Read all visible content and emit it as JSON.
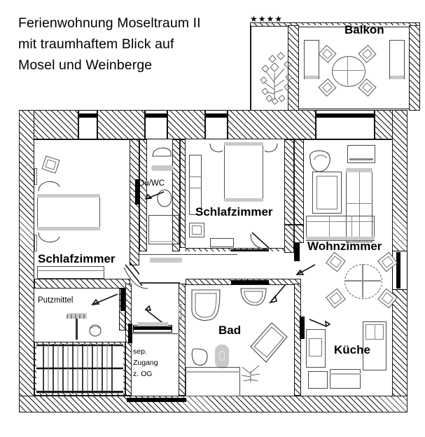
{
  "title": {
    "line1": "Ferienwohnung Moseltraum II",
    "line2": "mit traumhaftem Blick auf",
    "line3": "Mosel und Weinberge",
    "stars": "★★★★"
  },
  "rooms": {
    "balkon": "Balkon",
    "schlafzimmer_links": "Schlafzimmer",
    "schlafzimmer_mitte": "Schlafzimmer",
    "wohnzimmer": "Wohnzimmer",
    "bad": "Bad",
    "kueche": "Küche",
    "du_wc": "Du/WC",
    "putzmittel": "Putzmittel",
    "zugang_l1": "sep.",
    "zugang_l2": "Zugang",
    "zugang_l3": "z. OG"
  },
  "colors": {
    "ink": "#1a1a1a",
    "wall_hatch": "#1a1a1a",
    "furniture_stroke": "#555555",
    "fill_grey": "#c9c9c9",
    "paper": "#ffffff"
  },
  "plan": {
    "type": "floor-plan",
    "unit_label": "Ferienwohnung",
    "room_count": 8,
    "bedrooms": 2,
    "bathrooms": 2,
    "balcony": true,
    "window_count_top": 4,
    "window_count_bottom": 1,
    "window_count_right": 1
  }
}
